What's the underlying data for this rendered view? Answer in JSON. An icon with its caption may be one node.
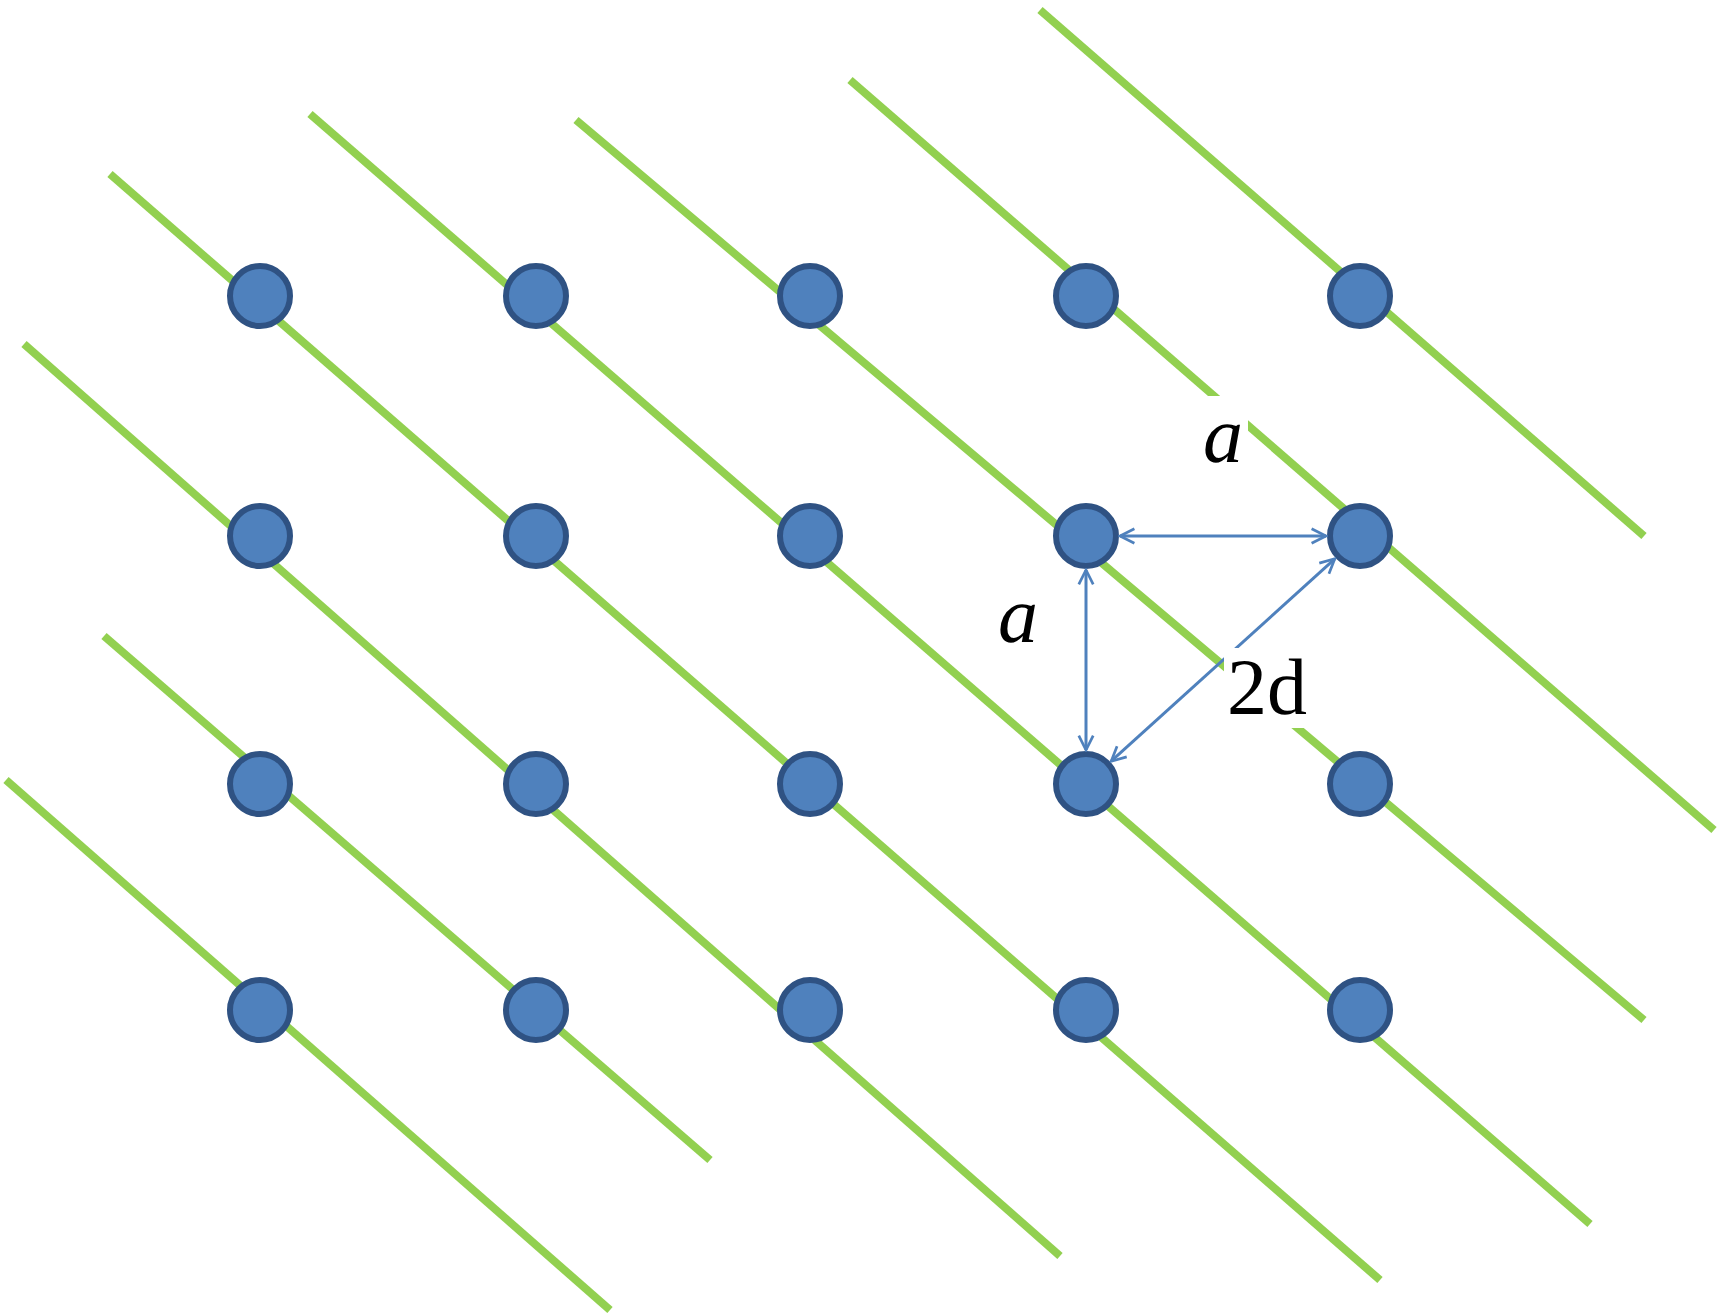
{
  "diagram": {
    "nodes": [
      {
        "text": [],
        "shape": "circle"
      },
      {
        "text": [],
        "shape": "circle"
      },
      {
        "text": [],
        "shape": "circle"
      },
      {
        "text": [],
        "shape": "circle"
      },
      {
        "text": [],
        "shape": "circle"
      },
      {
        "text": [],
        "shape": "circle"
      },
      {
        "text": [],
        "shape": "circle"
      },
      {
        "text": [],
        "shape": "circle"
      },
      {
        "text": [],
        "shape": "circle"
      },
      {
        "text": [],
        "shape": "circle"
      },
      {
        "text": [],
        "shape": "circle"
      },
      {
        "text": [],
        "shape": "circle"
      },
      {
        "text": [],
        "shape": "circle"
      },
      {
        "text": [],
        "shape": "circle"
      },
      {
        "text": [],
        "shape": "circle"
      },
      {
        "text": [],
        "shape": "circle"
      },
      {
        "text": [],
        "shape": "circle"
      },
      {
        "text": [],
        "shape": "circle"
      },
      {
        "text": [],
        "shape": "circle"
      },
      {
        "text": [],
        "shape": "circle"
      }
    ],
    "edges": [
      {
        "from": 8,
        "to": 9,
        "arrow": "both",
        "label": "a"
      },
      {
        "from": 8,
        "to": 13,
        "arrow": "both",
        "label": "a"
      },
      {
        "from": 13,
        "to": 9,
        "arrow": "both",
        "label": "2d"
      }
    ]
  }
}
